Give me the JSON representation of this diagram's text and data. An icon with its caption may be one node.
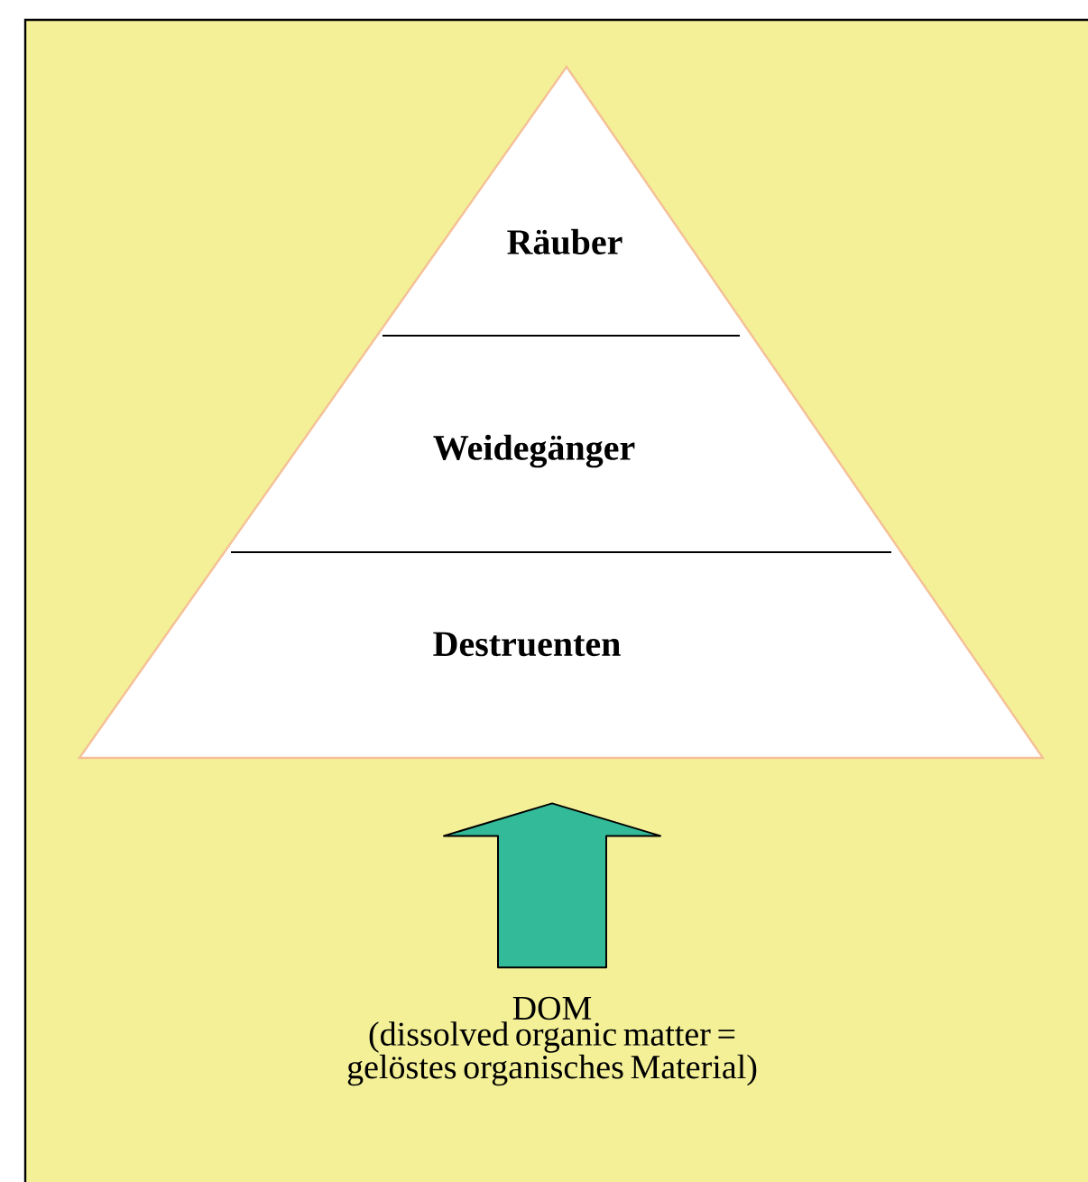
{
  "diagram": {
    "nodes": [
      {
        "text": [
          "Räuber"
        ]
      },
      {
        "text": [
          "Weidegänger"
        ]
      },
      {
        "text": [
          "Destruenten"
        ]
      },
      {
        "text": [
          "DOM",
          "(dissolved organic matter = gelöstes organisches Material)"
        ]
      }
    ],
    "edges": [
      {
        "from": 3,
        "to": 2,
        "arrow": "to",
        "color": "#33bb99"
      }
    ]
  }
}
